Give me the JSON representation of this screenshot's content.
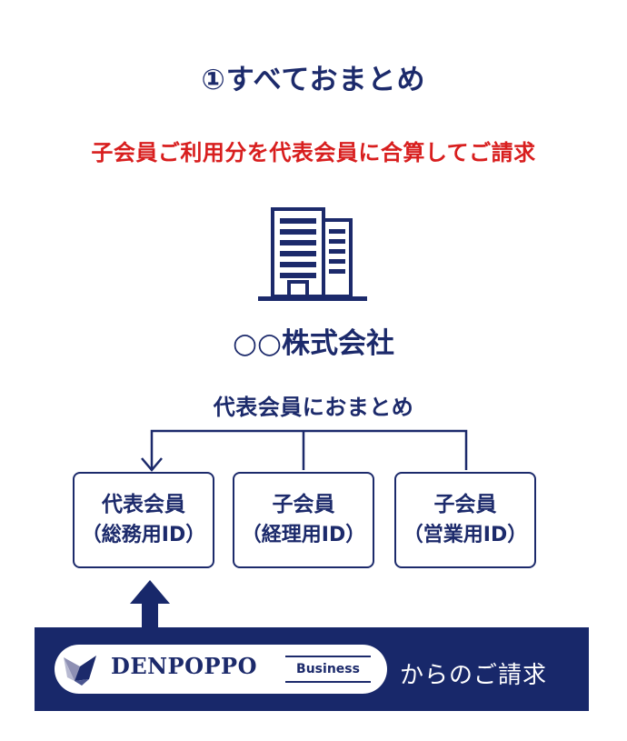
{
  "header": {
    "title": "①すべておまとめ",
    "subtitle": "子会員ご利用分を代表会員に合算してご請求"
  },
  "company": {
    "name": "○○株式会社",
    "icon": "building-icon"
  },
  "tree": {
    "note": "代表会員におまとめ"
  },
  "members": [
    {
      "line1": "代表会員",
      "line2": "（総務用ID）"
    },
    {
      "line1": "子会員",
      "line2": "（経理用ID）"
    },
    {
      "line1": "子会員",
      "line2": "（営業用ID）"
    }
  ],
  "billing": {
    "logo_text": "DENPOPPO",
    "logo_sub": "Business",
    "label": "からのご請求"
  },
  "colors": {
    "navy": "#1c2a6b",
    "red": "#d81e1e",
    "band": "#18286a"
  }
}
